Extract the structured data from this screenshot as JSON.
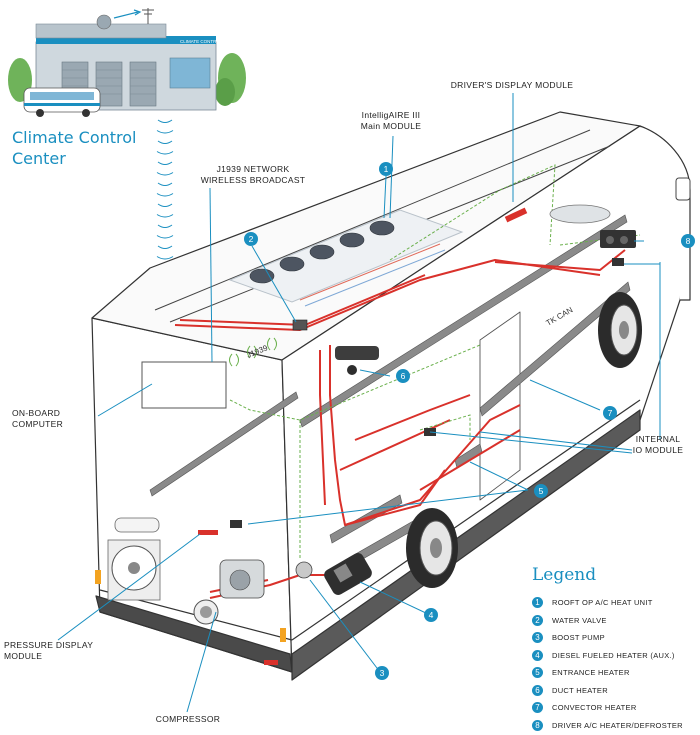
{
  "center_title_line1": "Climate Control",
  "center_title_line2": "Center",
  "building_sign": "CLIMATE CONTROL CENTER",
  "labels": {
    "drivers_display": "DRIVER'S DISPLAY MODULE",
    "main_module_1": "IntelligAIRE III",
    "main_module_2": "Main MODULE",
    "j1939_1": "J1939 NETWORK",
    "j1939_2": "WIRELESS BROADCAST",
    "onboard_1": "ON-BOARD",
    "onboard_2": "COMPUTER",
    "internal_io_1": "INTERNAL",
    "internal_io_2": "IO MODULE",
    "pressure_1": "PRESSURE DISPLAY",
    "pressure_2": "MODULE",
    "compressor": "COMPRESSOR",
    "bus_j1939": "J1939",
    "bus_tk_can": "TK CAN"
  },
  "legend": {
    "title": "Legend",
    "items": [
      {
        "num": "1",
        "label": "ROOFT OP A/C HEAT UNIT"
      },
      {
        "num": "2",
        "label": "WATER VALVE"
      },
      {
        "num": "3",
        "label": "BOOST PUMP"
      },
      {
        "num": "4",
        "label": "DIESEL FUELED HEATER (AUX.)"
      },
      {
        "num": "5",
        "label": "ENTRANCE HEATER"
      },
      {
        "num": "6",
        "label": "DUCT HEATER"
      },
      {
        "num": "7",
        "label": "CONVECTOR HEATER"
      },
      {
        "num": "8",
        "label": "DRIVER A/C HEATER/DEFROSTER"
      }
    ]
  },
  "callouts": [
    "1",
    "2",
    "3",
    "4",
    "5",
    "6",
    "7",
    "8"
  ],
  "colors": {
    "accent": "#1a8fc0",
    "pipe": "#d9312b",
    "network": "#6ab04c",
    "line": "#333333"
  }
}
